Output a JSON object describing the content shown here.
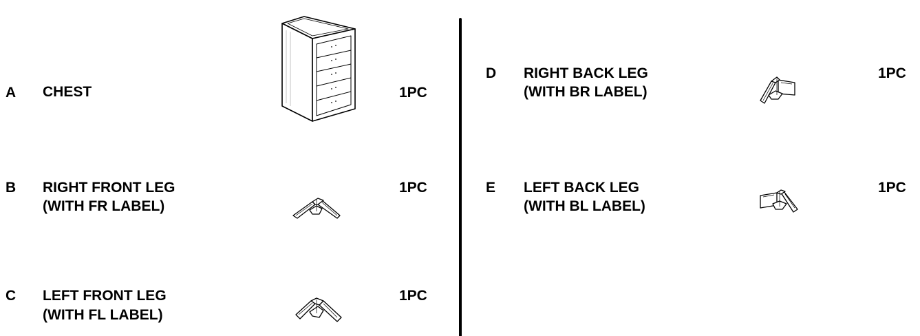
{
  "parts": [
    {
      "letter": "A",
      "name_line1": "CHEST",
      "name_line2": "",
      "qty": "1PC",
      "icon": "chest-icon"
    },
    {
      "letter": "B",
      "name_line1": "RIGHT FRONT LEG",
      "name_line2": "(WITH FR LABEL)",
      "qty": "1PC",
      "icon": "right-front-leg-icon"
    },
    {
      "letter": "C",
      "name_line1": "LEFT FRONT LEG",
      "name_line2": "(WITH FL LABEL)",
      "qty": "1PC",
      "icon": "left-front-leg-icon"
    },
    {
      "letter": "D",
      "name_line1": "RIGHT BACK LEG",
      "name_line2": "(WITH BR LABEL)",
      "qty": "1PC",
      "icon": "right-back-leg-icon"
    },
    {
      "letter": "E",
      "name_line1": "LEFT BACK LEG",
      "name_line2": "(WITH BL LABEL)",
      "qty": "1PC",
      "icon": "left-back-leg-icon"
    }
  ]
}
